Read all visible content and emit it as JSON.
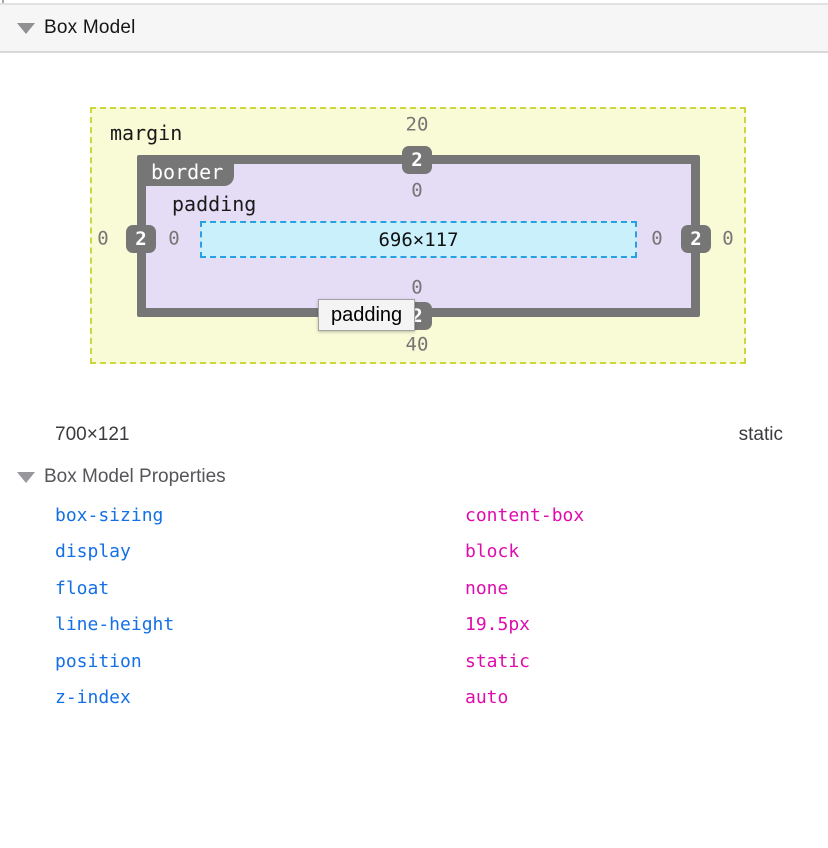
{
  "panel": {
    "title": "Box Model"
  },
  "diagram": {
    "labels": {
      "margin": "margin",
      "border": "border",
      "padding": "padding"
    },
    "content_size": "696×117",
    "values": {
      "margin_top": "20",
      "margin_bottom": "40",
      "margin_left": "0",
      "margin_right": "0",
      "border_top": "2",
      "border_bottom": "2",
      "border_left": "2",
      "border_right": "2",
      "padding_top": "0",
      "padding_bottom": "0",
      "padding_left": "0",
      "padding_right": "0"
    },
    "tooltip": "padding",
    "colors": {
      "margin_fill": "#f9fbd6",
      "margin_dash": "#ccd63e",
      "border_gray": "#767676",
      "padding_fill": "#e5ddf6",
      "content_fill": "#c9f0fb",
      "content_dash": "#2aa0e4",
      "number_gray": "#767676"
    }
  },
  "summary": {
    "dimensions": "700×121",
    "position": "static"
  },
  "properties": {
    "title": "Box Model Properties",
    "colors": {
      "name": "#1470e6",
      "value": "#df0bac"
    },
    "items": [
      {
        "name": "box-sizing",
        "value": "content-box"
      },
      {
        "name": "display",
        "value": "block"
      },
      {
        "name": "float",
        "value": "none"
      },
      {
        "name": "line-height",
        "value": "19.5px"
      },
      {
        "name": "position",
        "value": "static"
      },
      {
        "name": "z-index",
        "value": "auto"
      }
    ]
  }
}
